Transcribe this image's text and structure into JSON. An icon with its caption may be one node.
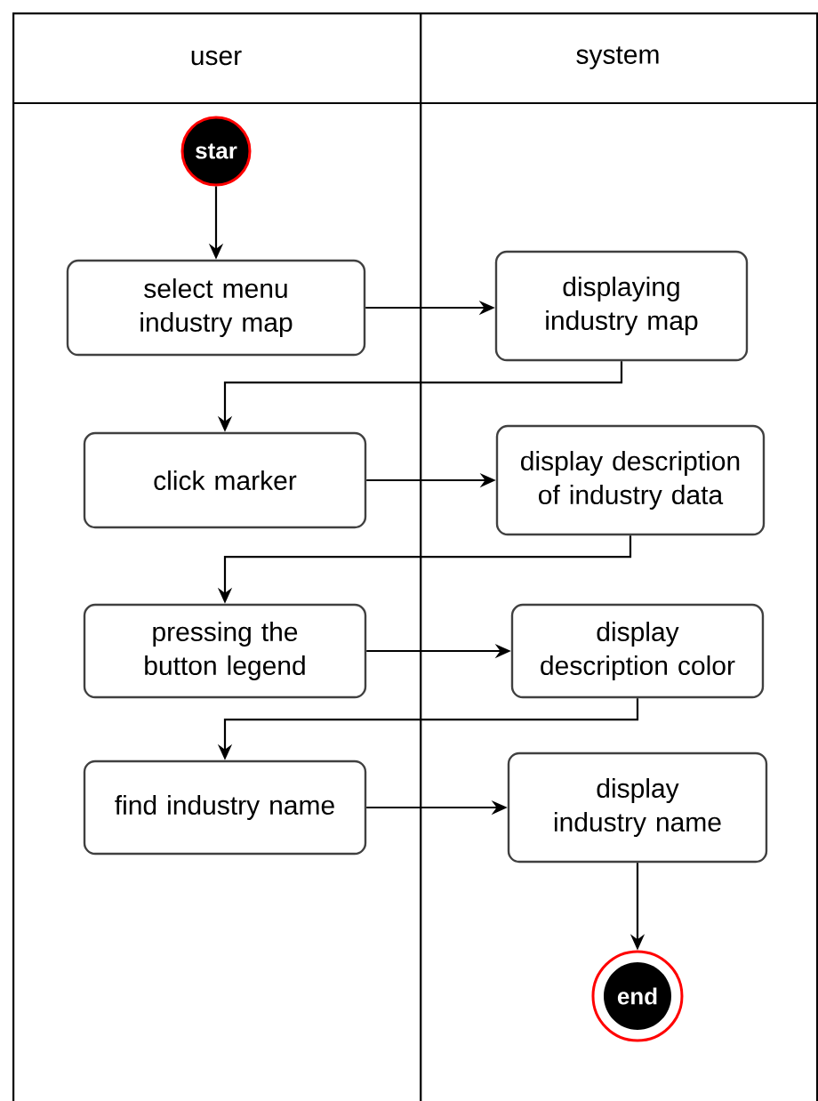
{
  "diagram": {
    "nodes": [
      {
        "text": [
          "user"
        ]
      },
      {
        "text": [
          "system"
        ]
      },
      {
        "text": [
          "star"
        ],
        "in": 0
      },
      {
        "text": [
          "select menu industry map"
        ],
        "in": 0
      },
      {
        "text": [
          "displaying industry map"
        ],
        "in": 1
      },
      {
        "text": [
          "click marker"
        ],
        "in": 0
      },
      {
        "text": [
          "display description of industry data"
        ],
        "in": 1
      },
      {
        "text": [
          "pressing the button legend"
        ],
        "in": 0
      },
      {
        "text": [
          "display description color"
        ],
        "in": 1
      },
      {
        "text": [
          "find industry name"
        ],
        "in": 0
      },
      {
        "text": [
          "display industry name"
        ],
        "in": 1
      },
      {
        "text": [
          "end"
        ],
        "in": 1
      }
    ],
    "edges": [
      {
        "from": 2,
        "to": 3,
        "arrow": "to"
      },
      {
        "from": 3,
        "to": 4,
        "arrow": "to"
      },
      {
        "from": 4,
        "to": 5,
        "arrow": "to"
      },
      {
        "from": 5,
        "to": 6,
        "arrow": "to"
      },
      {
        "from": 6,
        "to": 7,
        "arrow": "to"
      },
      {
        "from": 7,
        "to": 8,
        "arrow": "to"
      },
      {
        "from": 8,
        "to": 9,
        "arrow": "to"
      },
      {
        "from": 9,
        "to": 10,
        "arrow": "to"
      },
      {
        "from": 10,
        "to": 11,
        "arrow": "to"
      }
    ]
  }
}
